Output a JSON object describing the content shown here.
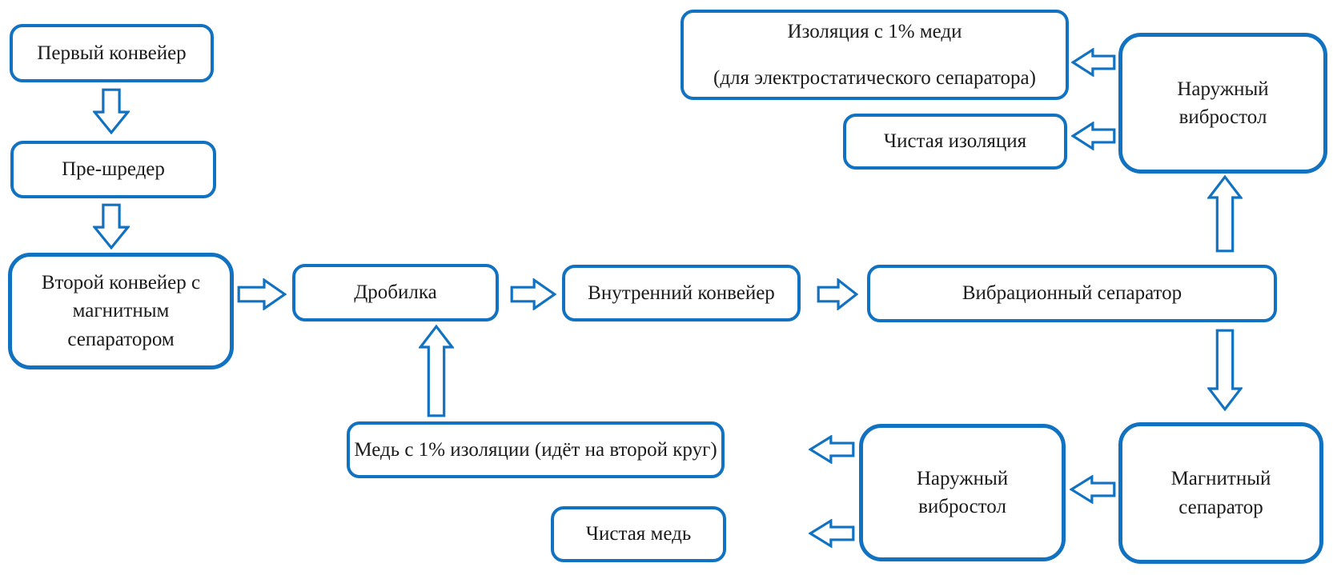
{
  "diagram": {
    "accent_color": "#1272C2",
    "background_color": "#FFFFFF",
    "nodes": {
      "pervyj_konvejer": {
        "label": "Первый конвейер"
      },
      "pre_shreder": {
        "label": "Пре-шредер"
      },
      "vtoroj_konvejer": {
        "label": "Второй конвейер с магнитным сепаратором"
      },
      "drobilka": {
        "label": "Дробилка"
      },
      "vnutrennij_konvejer": {
        "label": "Внутренний конвейер"
      },
      "vibracionnyj_separator": {
        "label": "Вибрационный сепаратор"
      },
      "naruzhnyj_vibrostol_top": {
        "label": "Наружный вибростол"
      },
      "izolyaciya_1_medi": {
        "line1": "Изоляция с 1% меди",
        "line2": "(для электростатического сепаратора)"
      },
      "chistaya_izolyaciya": {
        "label": "Чистая изоляция"
      },
      "magnitnyj_separator": {
        "label": "Магнитный сепаратор"
      },
      "naruzhnyj_vibrostol_bottom": {
        "label": "Наружный вибростол"
      },
      "med_1_izolyacii": {
        "label": "Медь с 1% изоляции (идёт на второй круг)"
      },
      "chistaya_med": {
        "label": "Чистая медь"
      }
    },
    "edges": [
      {
        "from": "pervyj_konvejer",
        "to": "pre_shreder"
      },
      {
        "from": "pre_shreder",
        "to": "vtoroj_konvejer"
      },
      {
        "from": "vtoroj_konvejer",
        "to": "drobilka"
      },
      {
        "from": "drobilka",
        "to": "vnutrennij_konvejer"
      },
      {
        "from": "vnutrennij_konvejer",
        "to": "vibracionnyj_separator"
      },
      {
        "from": "vibracionnyj_separator",
        "to": "naruzhnyj_vibrostol_top"
      },
      {
        "from": "naruzhnyj_vibrostol_top",
        "to": "izolyaciya_1_medi"
      },
      {
        "from": "naruzhnyj_vibrostol_top",
        "to": "chistaya_izolyaciya"
      },
      {
        "from": "vibracionnyj_separator",
        "to": "magnitnyj_separator"
      },
      {
        "from": "magnitnyj_separator",
        "to": "naruzhnyj_vibrostol_bottom"
      },
      {
        "from": "naruzhnyj_vibrostol_bottom",
        "to": "med_1_izolyacii"
      },
      {
        "from": "naruzhnyj_vibrostol_bottom",
        "to": "chistaya_med"
      },
      {
        "from": "med_1_izolyacii",
        "to": "drobilka"
      }
    ]
  }
}
